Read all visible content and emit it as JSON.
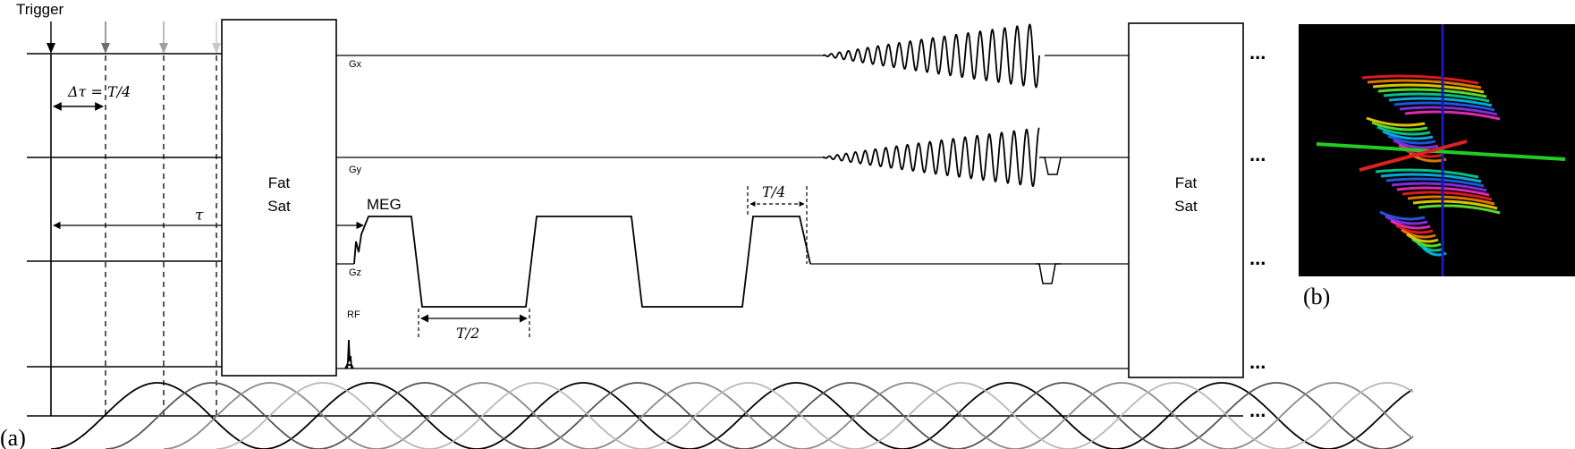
{
  "labels": {
    "trigger": "Trigger",
    "delta_tau": "Δτ = T/4",
    "tau": "τ",
    "fat_sat_1": "Fat",
    "fat_sat_2": "Sat",
    "meg": "MEG",
    "gx": "Gx",
    "gy": "Gy",
    "gz": "Gz",
    "rf": "RF",
    "half_period": "T/2",
    "quarter_period": "T/4",
    "ellipsis": "...",
    "panel_a": "(a)",
    "panel_b": "(b)"
  },
  "colors": {
    "trigger_arrows": [
      "#000000",
      "#6e6e6e",
      "#a0a0a0",
      "#c8c8c8"
    ],
    "waveforms": [
      "#000000",
      "#555555",
      "#8a8a8a",
      "#b8b8b8"
    ],
    "panel_b_background": "#000000",
    "panel_b_axis": "#1a1ab4",
    "panel_b_line": "#22cc22"
  }
}
